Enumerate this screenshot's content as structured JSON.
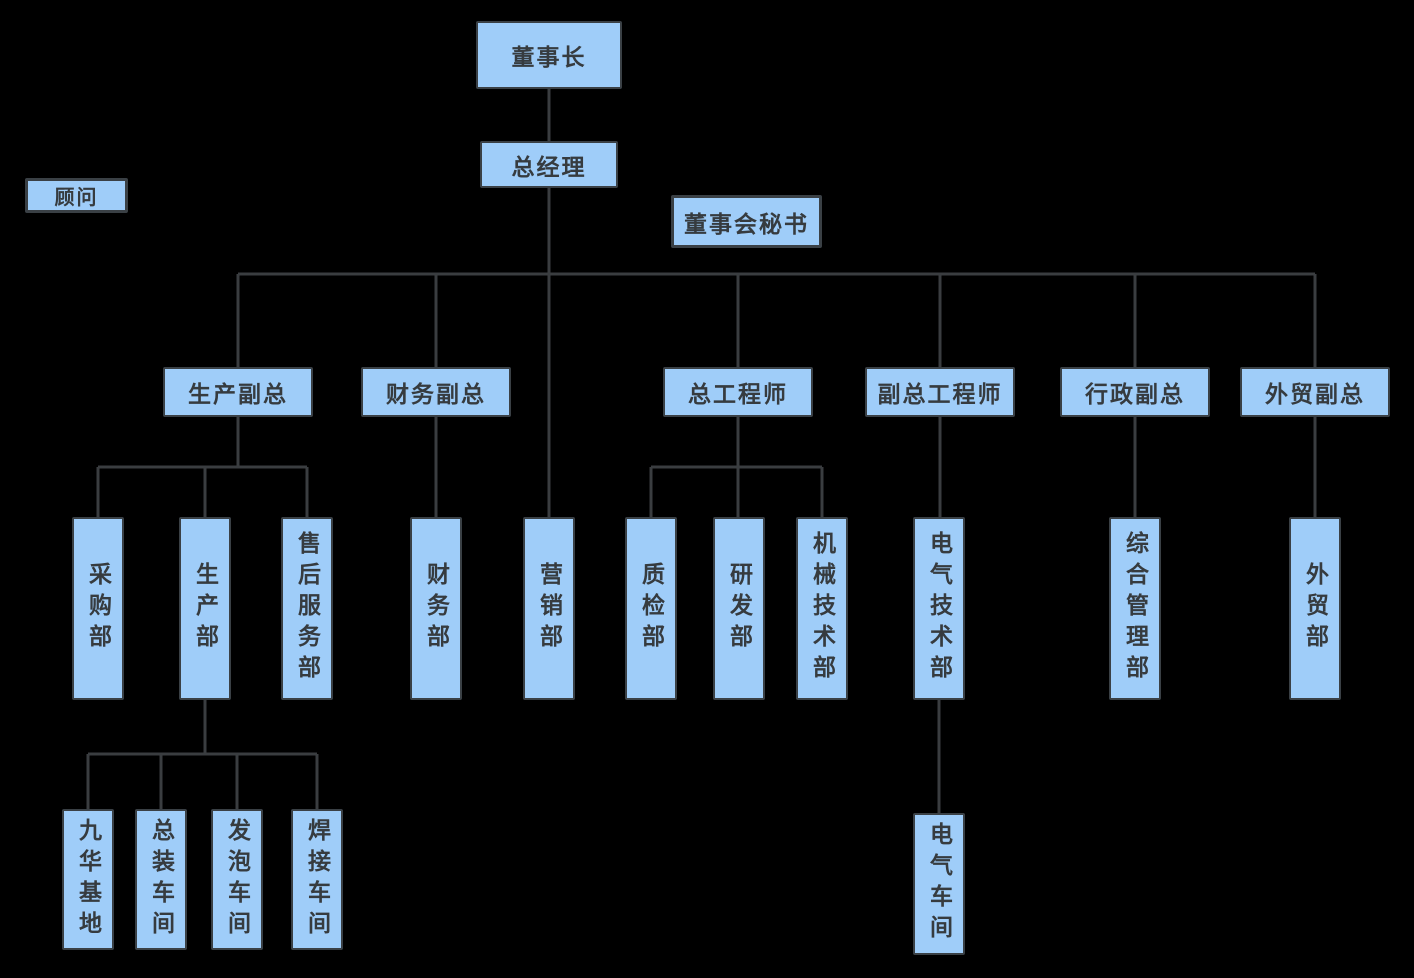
{
  "diagram": {
    "type": "org-chart",
    "background_color": "#000000",
    "node_fill_color": "#9FCDF9",
    "node_border_color": "#3A4045",
    "connector_color": "#3A3D40",
    "text_color": "#363B3F",
    "nodes": {
      "chairman": {
        "label": "董事长"
      },
      "general_manager": {
        "label": "总经理"
      },
      "advisor": {
        "label": "顾问"
      },
      "board_secretary": {
        "label": "董事会秘书"
      },
      "production_vp": {
        "label": "生产副总"
      },
      "finance_vp": {
        "label": "财务副总"
      },
      "chief_engineer": {
        "label": "总工程师"
      },
      "deputy_chief_engineer": {
        "label": "副总工程师"
      },
      "admin_vp": {
        "label": "行政副总"
      },
      "trade_vp": {
        "label": "外贸副总"
      },
      "purchasing_dept": {
        "label": "采购部"
      },
      "production_dept": {
        "label": "生产部"
      },
      "after_sales_dept": {
        "label": "售后服务部"
      },
      "finance_dept": {
        "label": "财务部"
      },
      "marketing_dept": {
        "label": "营销部"
      },
      "quality_dept": {
        "label": "质检部"
      },
      "rd_dept": {
        "label": "研发部"
      },
      "mech_tech_dept": {
        "label": "机械技术部"
      },
      "elec_tech_dept": {
        "label": "电气技术部"
      },
      "general_mgmt_dept": {
        "label": "综合管理部"
      },
      "trade_dept": {
        "label": "外贸部"
      },
      "jiuhua_base": {
        "label": "九华基地"
      },
      "assembly_workshop": {
        "label": "总装车间"
      },
      "foaming_workshop": {
        "label": "发泡车间"
      },
      "welding_workshop": {
        "label": "焊接车间"
      },
      "electrical_workshop": {
        "label": "电气车间"
      }
    },
    "edges": [
      [
        "chairman",
        "general_manager"
      ],
      [
        "general_manager",
        "production_vp"
      ],
      [
        "general_manager",
        "finance_vp"
      ],
      [
        "general_manager",
        "marketing_dept"
      ],
      [
        "general_manager",
        "chief_engineer"
      ],
      [
        "general_manager",
        "deputy_chief_engineer"
      ],
      [
        "general_manager",
        "admin_vp"
      ],
      [
        "general_manager",
        "trade_vp"
      ],
      [
        "production_vp",
        "purchasing_dept"
      ],
      [
        "production_vp",
        "production_dept"
      ],
      [
        "production_vp",
        "after_sales_dept"
      ],
      [
        "finance_vp",
        "finance_dept"
      ],
      [
        "chief_engineer",
        "quality_dept"
      ],
      [
        "chief_engineer",
        "rd_dept"
      ],
      [
        "chief_engineer",
        "mech_tech_dept"
      ],
      [
        "deputy_chief_engineer",
        "elec_tech_dept"
      ],
      [
        "admin_vp",
        "general_mgmt_dept"
      ],
      [
        "trade_vp",
        "trade_dept"
      ],
      [
        "production_dept",
        "jiuhua_base"
      ],
      [
        "production_dept",
        "assembly_workshop"
      ],
      [
        "production_dept",
        "foaming_workshop"
      ],
      [
        "production_dept",
        "welding_workshop"
      ],
      [
        "elec_tech_dept",
        "electrical_workshop"
      ]
    ]
  }
}
